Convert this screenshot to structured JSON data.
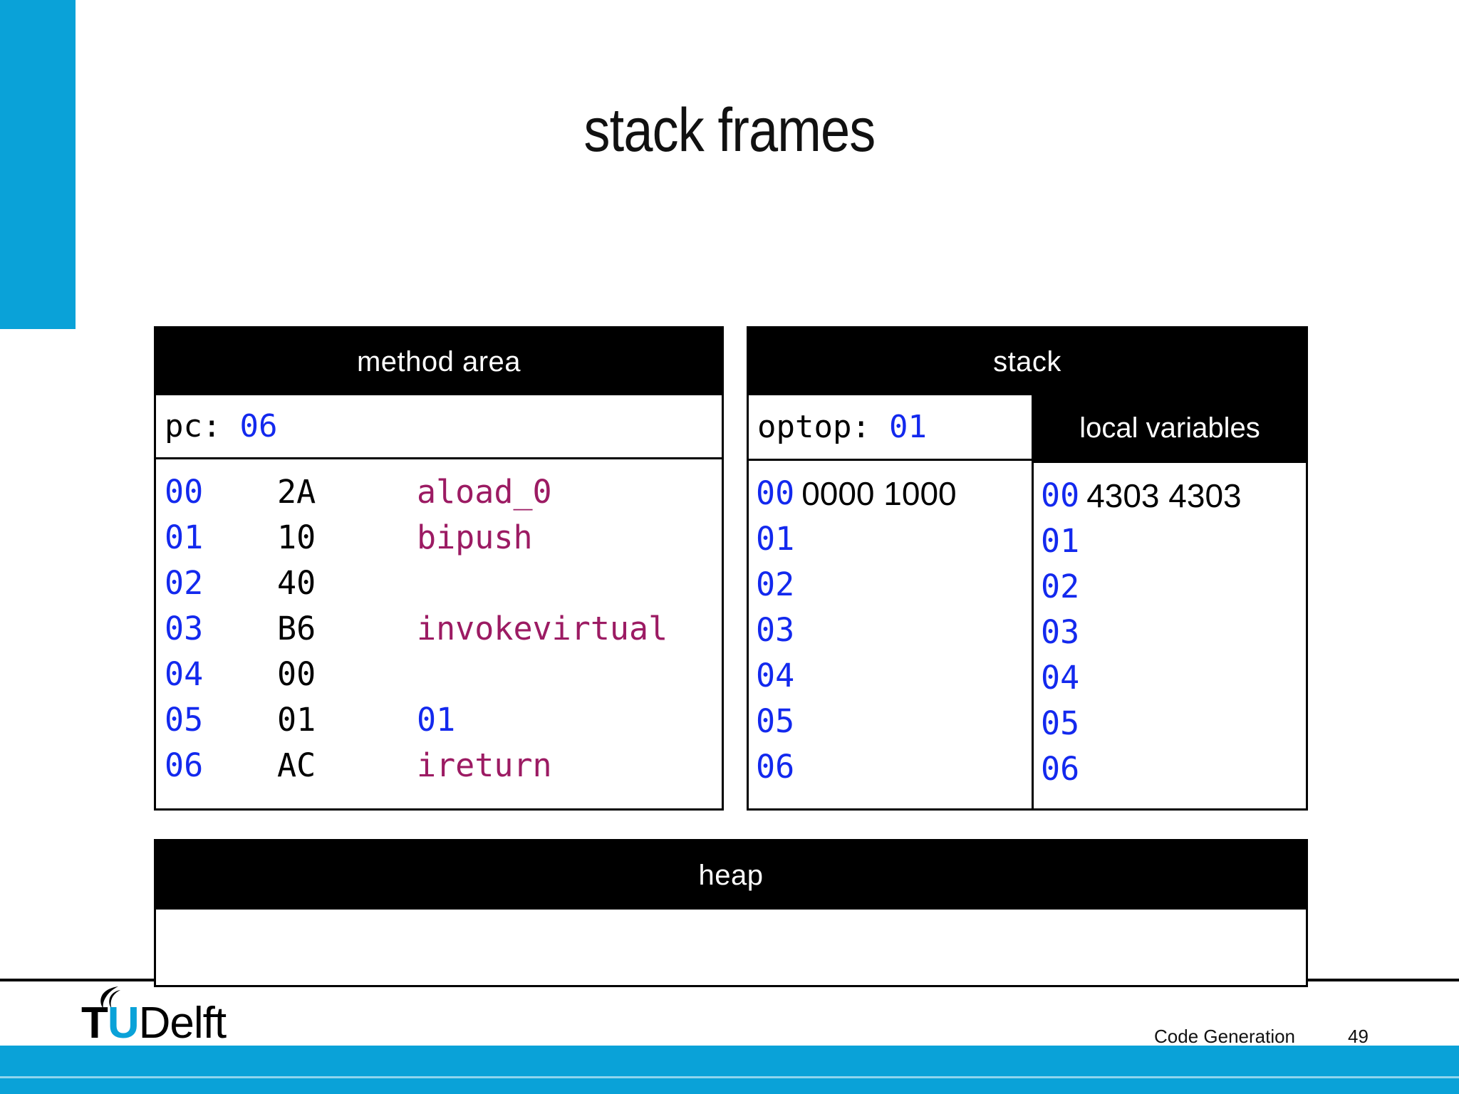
{
  "slide": {
    "title": "stack frames",
    "accent_color": "#0aa2d8",
    "addr_color": "#1329ee",
    "mnemonic_color": "#9c1b63"
  },
  "method_area": {
    "header": "method area",
    "register": {
      "label": "pc:",
      "value": "06"
    },
    "rows": [
      {
        "addr": "00",
        "byte": "2A",
        "mnemonic": "aload_0",
        "is_number": false
      },
      {
        "addr": "01",
        "byte": "10",
        "mnemonic": "bipush",
        "is_number": false
      },
      {
        "addr": "02",
        "byte": "40",
        "mnemonic": "",
        "is_number": false
      },
      {
        "addr": "03",
        "byte": "B6",
        "mnemonic": "invokevirtual",
        "is_number": false
      },
      {
        "addr": "04",
        "byte": "00",
        "mnemonic": "",
        "is_number": false
      },
      {
        "addr": "05",
        "byte": "01",
        "mnemonic": "01",
        "is_number": true
      },
      {
        "addr": "06",
        "byte": "AC",
        "mnemonic": "ireturn",
        "is_number": false
      }
    ]
  },
  "stack": {
    "header": "stack",
    "register": {
      "label": "optop:",
      "value": "01"
    },
    "operand_slots": [
      {
        "addr": "00",
        "value": "0000 1000"
      },
      {
        "addr": "01",
        "value": ""
      },
      {
        "addr": "02",
        "value": ""
      },
      {
        "addr": "03",
        "value": ""
      },
      {
        "addr": "04",
        "value": ""
      },
      {
        "addr": "05",
        "value": ""
      },
      {
        "addr": "06",
        "value": ""
      }
    ],
    "local_variables": {
      "header": "local variables",
      "slots": [
        {
          "addr": "00",
          "value": "4303 4303"
        },
        {
          "addr": "01",
          "value": ""
        },
        {
          "addr": "02",
          "value": ""
        },
        {
          "addr": "03",
          "value": ""
        },
        {
          "addr": "04",
          "value": ""
        },
        {
          "addr": "05",
          "value": ""
        },
        {
          "addr": "06",
          "value": ""
        }
      ]
    }
  },
  "heap": {
    "header": "heap"
  },
  "footer": {
    "logo": {
      "t": "T",
      "u": "U",
      "rest": "Delft"
    },
    "subject": "Code Generation",
    "page": "49"
  }
}
